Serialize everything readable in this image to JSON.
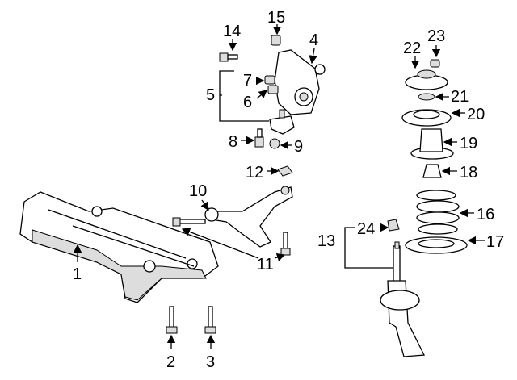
{
  "diagram": {
    "title": "Front suspension exploded parts diagram",
    "callouts": [
      "1",
      "2",
      "3",
      "4",
      "5",
      "6",
      "7",
      "8",
      "9",
      "10",
      "11",
      "12",
      "13",
      "14",
      "15",
      "16",
      "17",
      "18",
      "19",
      "20",
      "21",
      "22",
      "23",
      "24"
    ]
  }
}
